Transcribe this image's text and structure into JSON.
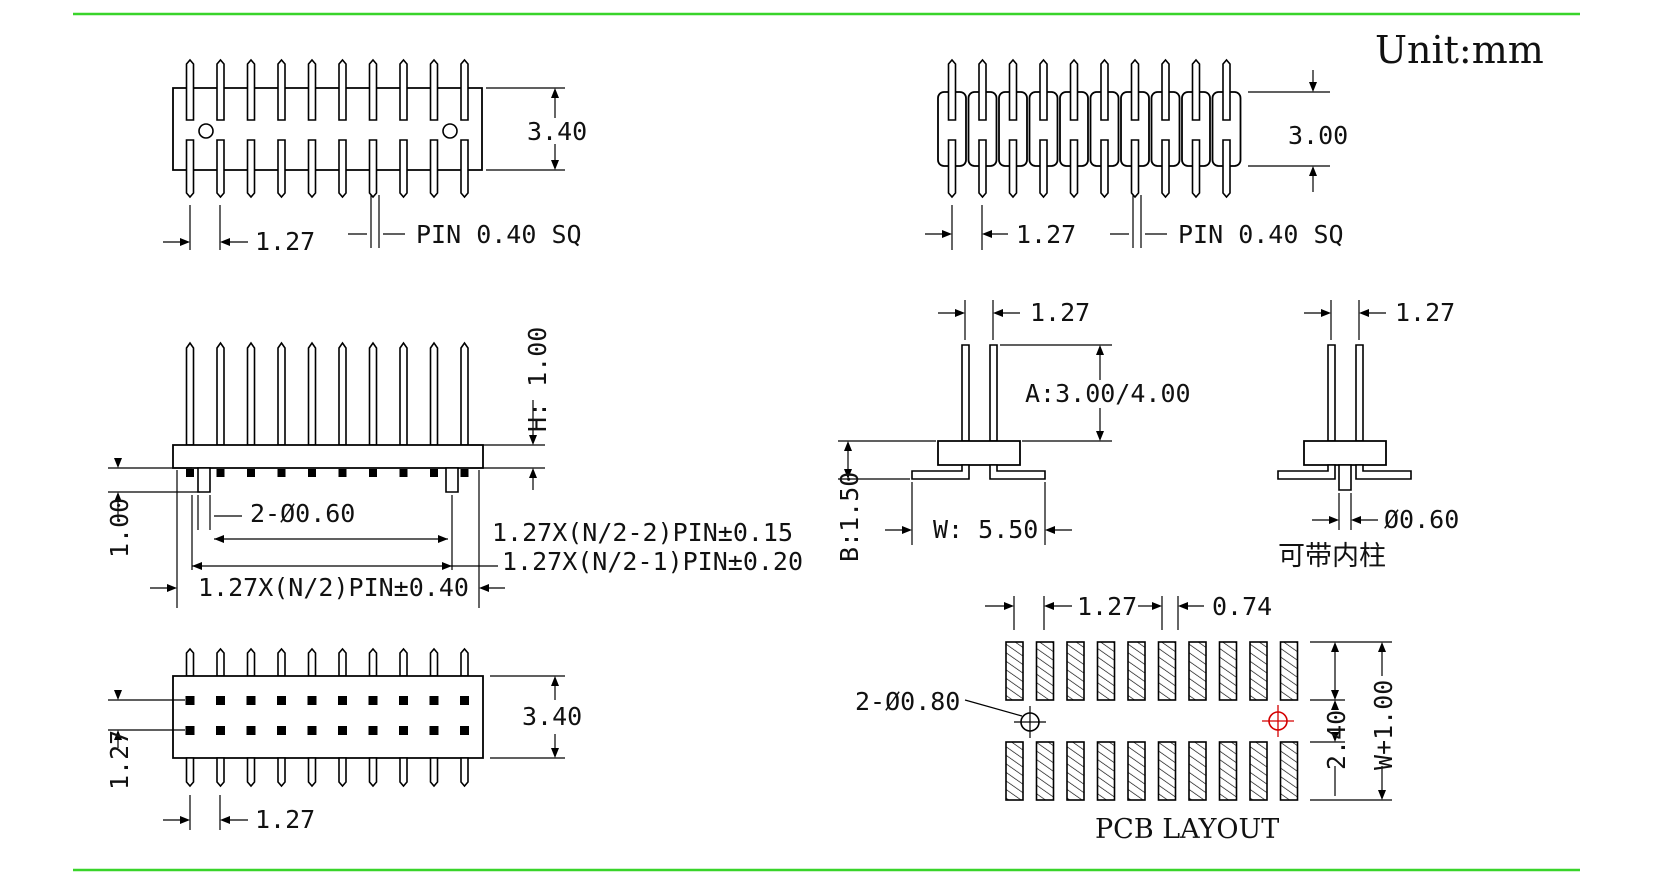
{
  "unit_label": "Unit:mm",
  "colors": {
    "frame_line": "#39d42a",
    "drawing": "#000000",
    "pcb_marker": "#d40000"
  },
  "top_left_view": {
    "height_dim": "3.40",
    "pitch_dim": "1.27",
    "pin_note": "PIN 0.40 SQ"
  },
  "top_right_view": {
    "height_dim": "3.00",
    "pitch_dim": "1.27",
    "pin_note": "PIN 0.40 SQ"
  },
  "front_view": {
    "pin_height_dim": "H: 1.00",
    "post_dim": "1.00",
    "post_note": "2-Ø0.60",
    "dim_n2_minus2": "1.27X(N/2-2)PIN±0.15",
    "dim_n2_minus1": "1.27X(N/2-1)PIN±0.20",
    "dim_n2": "1.27X(N/2)PIN±0.40"
  },
  "bottom_left_view": {
    "height_dim": "3.40",
    "row_pitch_dim": "1.27",
    "pitch_dim": "1.27"
  },
  "side_view_smt": {
    "pitch_dim": "1.27",
    "pin_length_dim": "A:3.00/4.00",
    "body_height_dim": "B:1.50",
    "width_dim": "W: 5.50"
  },
  "side_view_post": {
    "pitch_dim": "1.27",
    "post_dim": "Ø0.60",
    "note": "可带内柱"
  },
  "pcb_layout": {
    "pitch_dim": "1.27",
    "pad_width_dim": "0.74",
    "hole_note": "2-Ø0.80",
    "inner_dim": "2.40",
    "outer_dim": "W+1.00",
    "title": "PCB LAYOUT"
  }
}
